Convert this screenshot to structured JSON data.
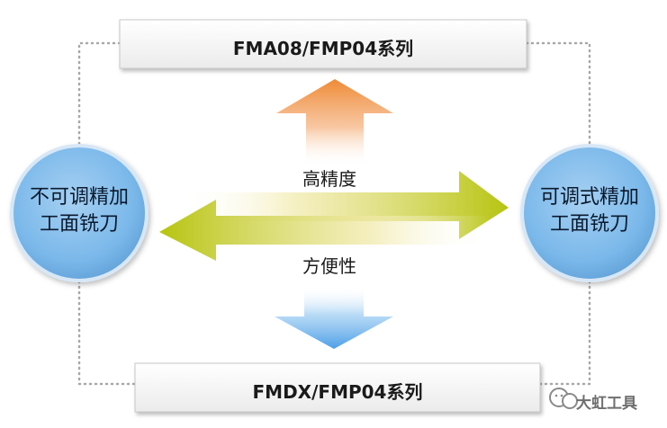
{
  "diagram": {
    "top_box": {
      "label": "FMA08/FMP04系列"
    },
    "bottom_box": {
      "label": "FMDX/FMP04系列"
    },
    "left_circle": {
      "line1": "不可调精加",
      "line2": "工面铣刀"
    },
    "right_circle": {
      "line1": "可调式精加",
      "line2": "工面铣刀"
    },
    "arrow_top_label": "高精度",
    "arrow_bottom_label": "方便性",
    "watermark": "大虹工具",
    "colors": {
      "circle_fill": "#7ab8ea",
      "circle_stroke": "#d7e7f6",
      "arrow_green": "#b8c51a",
      "arrow_orange": "#ef9240",
      "arrow_blue": "#5aa8e8",
      "dotted_line": "#a8a8a8",
      "box_border": "#c8c8c8"
    }
  }
}
